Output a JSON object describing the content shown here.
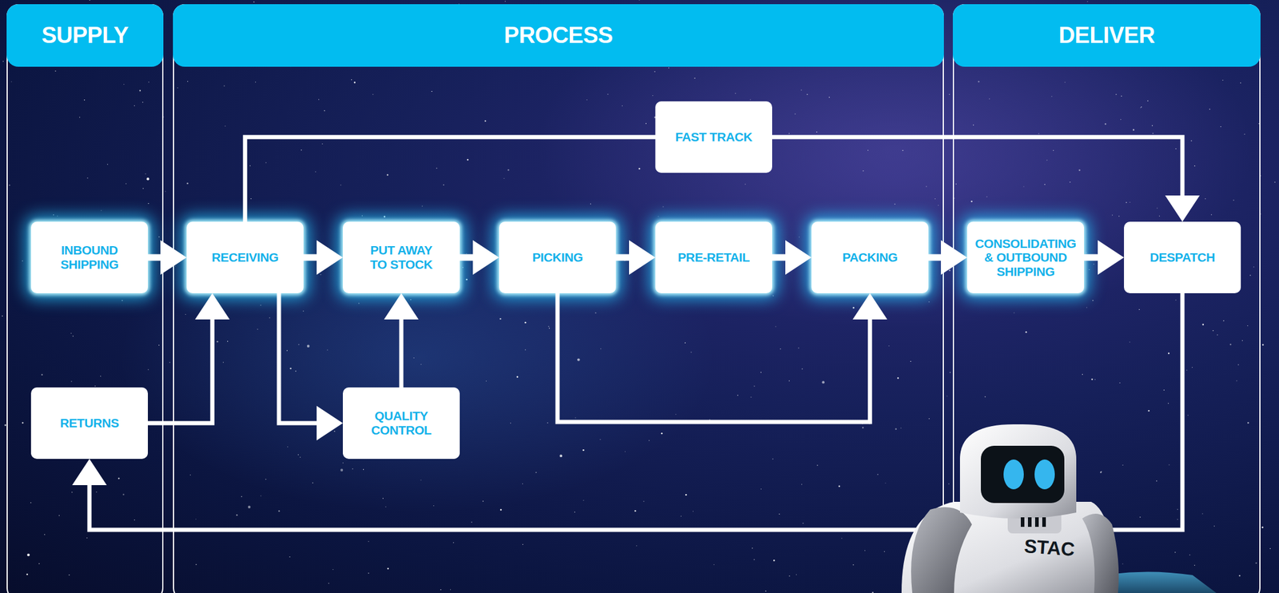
{
  "diagram": {
    "nodes": [
      {
        "text": [
          "SUPPLY"
        ]
      },
      {
        "text": [
          "PROCESS"
        ]
      },
      {
        "text": [
          "DELIVER"
        ]
      },
      {
        "text": [
          "INBOUND SHIPPING"
        ],
        "in": 0
      },
      {
        "text": [
          "RETURNS"
        ],
        "in": 0
      },
      {
        "text": [
          "FAST TRACK"
        ],
        "in": 1
      },
      {
        "text": [
          "RECEIVING"
        ],
        "in": 1
      },
      {
        "text": [
          "PUT AWAY TO STOCK"
        ],
        "in": 1
      },
      {
        "text": [
          "PICKING"
        ],
        "in": 1
      },
      {
        "text": [
          "PRE-RETAIL"
        ],
        "in": 1
      },
      {
        "text": [
          "PACKING"
        ],
        "in": 1
      },
      {
        "text": [
          "QUALITY CONTROL"
        ],
        "in": 1
      },
      {
        "text": [
          "CONSOLIDATING & OUTBOUND SHIPPING"
        ],
        "in": 2
      },
      {
        "text": [
          "DESPATCH"
        ],
        "in": 2
      }
    ],
    "edges": [
      {
        "from": 3,
        "to": 6,
        "arrow": "to"
      },
      {
        "from": 6,
        "to": 7,
        "arrow": "to"
      },
      {
        "from": 7,
        "to": 8,
        "arrow": "to"
      },
      {
        "from": 8,
        "to": 9,
        "arrow": "to"
      },
      {
        "from": 9,
        "to": 10,
        "arrow": "to"
      },
      {
        "from": 10,
        "to": 12,
        "arrow": "to"
      },
      {
        "from": 12,
        "to": 13,
        "arrow": "to"
      },
      {
        "from": 6,
        "to": 5,
        "arrow": "none"
      },
      {
        "from": 5,
        "to": 13,
        "arrow": "to"
      },
      {
        "from": 6,
        "to": 11,
        "arrow": "to"
      },
      {
        "from": 11,
        "to": 7,
        "arrow": "to"
      },
      {
        "from": 4,
        "to": 6,
        "arrow": "to"
      },
      {
        "from": 8,
        "to": 10,
        "arrow": "to"
      },
      {
        "from": 13,
        "to": 4,
        "arrow": "to"
      }
    ],
    "labels": [
      "STAC"
    ]
  }
}
